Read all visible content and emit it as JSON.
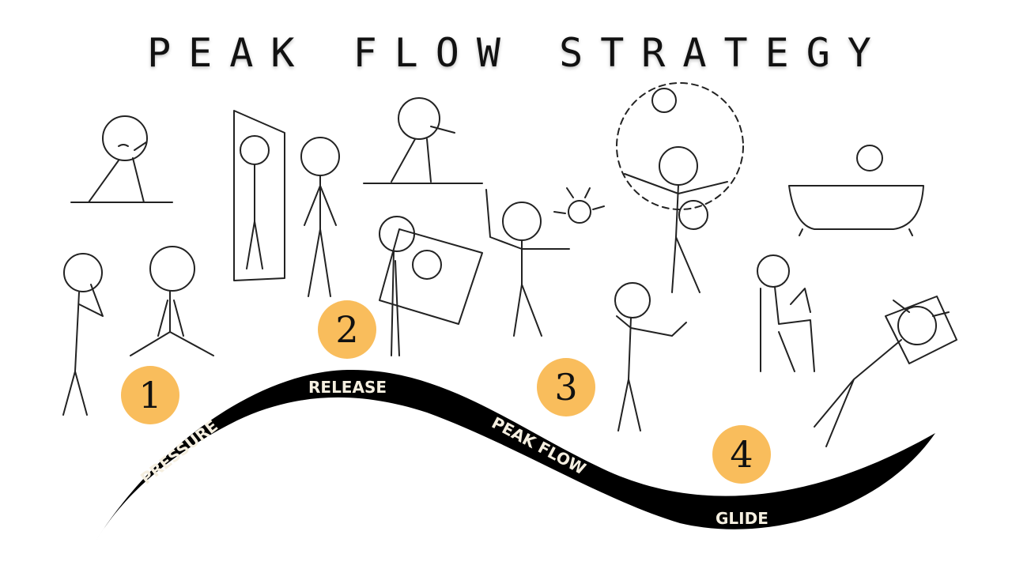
{
  "title": "PEAK FLOW STRATEGY",
  "colors": {
    "badge": "#f9bd5c",
    "wave": "#000000",
    "label": "#f5efe0"
  },
  "stages": [
    {
      "number": "1",
      "label": "PRESSURE"
    },
    {
      "number": "2",
      "label": "RELEASE"
    },
    {
      "number": "3",
      "label": "PEAK FLOW"
    },
    {
      "number": "4",
      "label": "GLIDE"
    }
  ]
}
